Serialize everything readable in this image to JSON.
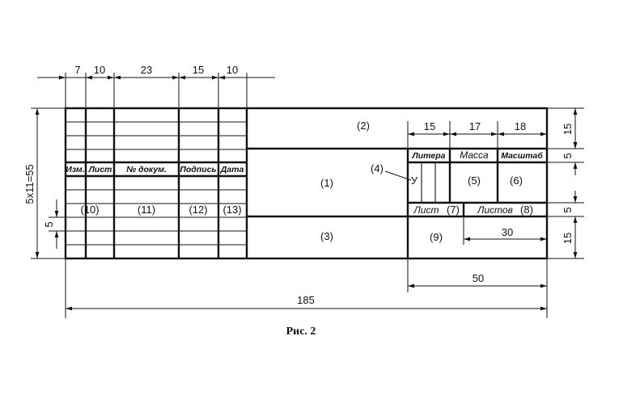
{
  "top_dims": [
    "7",
    "10",
    "23",
    "15",
    "10"
  ],
  "right_dims": [
    "15",
    "5",
    "5",
    "15"
  ],
  "left_dims": {
    "total": "5x11=55",
    "row": "5"
  },
  "sub_dims": [
    "15",
    "17",
    "18"
  ],
  "bottom_dims": {
    "d30": "30",
    "d50": "50",
    "d185": "185"
  },
  "header_row": [
    "Изм.",
    "Лист",
    "№ докум.",
    "Подпись",
    "Дата"
  ],
  "header_numbers": [
    "(10)",
    "(11)",
    "(12)",
    "(13)"
  ],
  "fields": {
    "f1": "(1)",
    "f2": "(2)",
    "f3": "(3)",
    "f4": "(4)",
    "f5": "(5)",
    "f6": "(6)",
    "f9": "(9)"
  },
  "right_block": {
    "litera": "Литера",
    "massa": "Масса",
    "masshtab": "Масштаб",
    "u": "У",
    "list": "Лист",
    "list_num": "(7)",
    "listov": "Листов",
    "listov_num": "(8)"
  },
  "caption": "Рис. 2"
}
